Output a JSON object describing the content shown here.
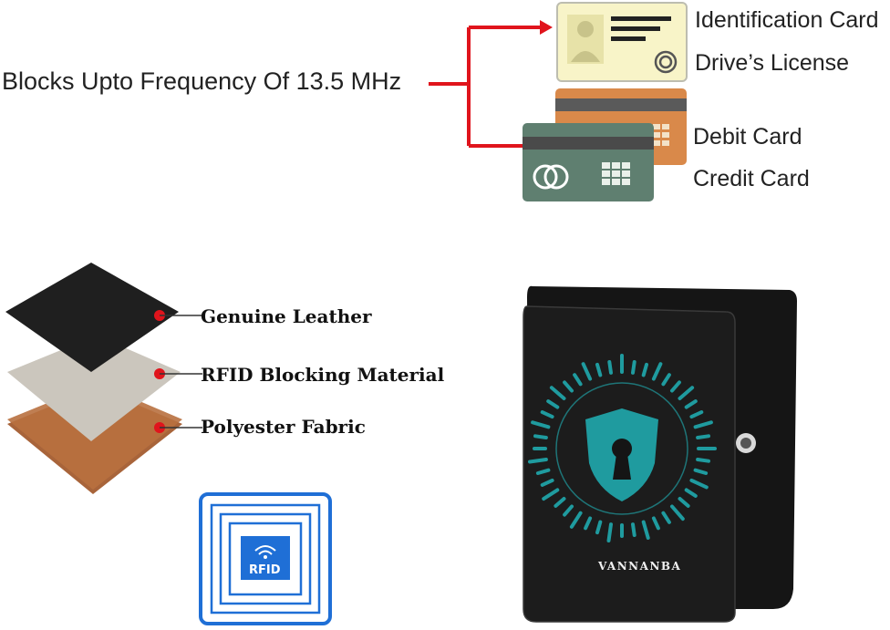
{
  "header": {
    "frequency_text": "Blocks Upto Frequency Of 13.5 MHz"
  },
  "cards": {
    "id_card": "Identification Card",
    "license": "Drive’s License",
    "debit": "Debit Card",
    "credit": "Credit Card"
  },
  "layers": {
    "leather": "Genuine Leather",
    "rfid_material": "RFID Blocking Material",
    "polyester": "Polyester Fabric"
  },
  "rfid_badge": {
    "label": "RFID"
  },
  "wallet": {
    "brand": "VANNANBA"
  },
  "colors": {
    "arrow": "#e0141c",
    "leather": "#1f1f1f",
    "rfid_material": "#cbc6bd",
    "polyester": "#a8643a",
    "rfid_blue": "#1f6fd6",
    "shield_teal": "#1f9b9f",
    "id_card_bg": "#f8f4c8",
    "credit_card": "#5f7f70",
    "debit_card": "#d9894a"
  },
  "icons": [
    "id-card-icon",
    "debit-card-icon",
    "credit-card-icon",
    "rfid-chip-icon",
    "shield-keyhole-icon"
  ]
}
